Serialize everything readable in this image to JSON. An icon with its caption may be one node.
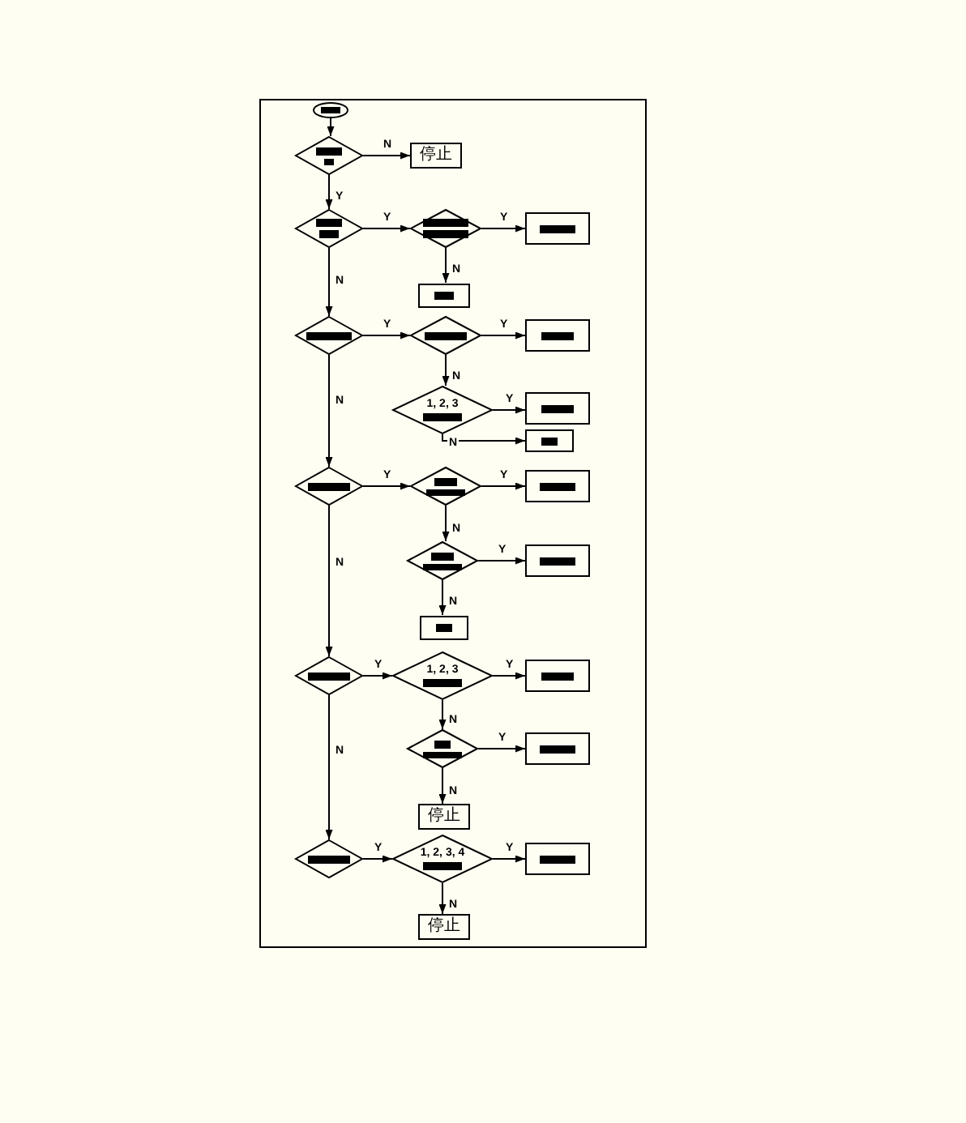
{
  "diagram": {
    "nodes": [
      {
        "text": [],
        "shape": "ellipse"
      },
      {
        "text": [],
        "shape": "diamond"
      },
      {
        "text": [
          "停止"
        ]
      },
      {
        "text": [],
        "shape": "diamond"
      },
      {
        "text": [],
        "shape": "diamond"
      },
      {
        "text": [],
        "shape": "box"
      },
      {
        "text": [],
        "shape": "box"
      },
      {
        "text": [],
        "shape": "diamond"
      },
      {
        "text": [],
        "shape": "diamond"
      },
      {
        "text": [],
        "shape": "box"
      },
      {
        "text": [
          "1, 2, 3"
        ]
      },
      {
        "text": [],
        "shape": "box"
      },
      {
        "text": [],
        "shape": "box"
      },
      {
        "text": [],
        "shape": "diamond"
      },
      {
        "text": [],
        "shape": "diamond"
      },
      {
        "text": [],
        "shape": "box"
      },
      {
        "text": [],
        "shape": "diamond"
      },
      {
        "text": [],
        "shape": "box"
      },
      {
        "text": [],
        "shape": "box"
      },
      {
        "text": [],
        "shape": "diamond"
      },
      {
        "text": [
          "1, 2, 3"
        ]
      },
      {
        "text": [],
        "shape": "box"
      },
      {
        "text": [],
        "shape": "diamond"
      },
      {
        "text": [],
        "shape": "box"
      },
      {
        "text": [
          "停止"
        ]
      },
      {
        "text": [],
        "shape": "diamond"
      },
      {
        "text": [
          "1, 2, 3, 4"
        ]
      },
      {
        "text": [],
        "shape": "box"
      },
      {
        "text": [
          "停止"
        ]
      }
    ],
    "edges": [
      {
        "from": 0,
        "to": 1,
        "arrow": "to"
      },
      {
        "from": 1,
        "to": 2,
        "arrow": "to",
        "label": "N"
      },
      {
        "from": 1,
        "to": 3,
        "arrow": "to",
        "label": "Y"
      },
      {
        "from": 3,
        "to": 4,
        "arrow": "to",
        "label": "Y"
      },
      {
        "from": 4,
        "to": 5,
        "arrow": "to",
        "label": "Y"
      },
      {
        "from": 4,
        "to": 6,
        "arrow": "to",
        "label": "N"
      },
      {
        "from": 3,
        "to": 7,
        "arrow": "to",
        "label": "N"
      },
      {
        "from": 7,
        "to": 8,
        "arrow": "to",
        "label": "Y"
      },
      {
        "from": 8,
        "to": 9,
        "arrow": "to",
        "label": "Y"
      },
      {
        "from": 8,
        "to": 10,
        "arrow": "to",
        "label": "N"
      },
      {
        "from": 10,
        "to": 11,
        "arrow": "to",
        "label": "Y"
      },
      {
        "from": 10,
        "to": 12,
        "arrow": "to",
        "label": "N"
      },
      {
        "from": 7,
        "to": 13,
        "arrow": "to",
        "label": "N"
      },
      {
        "from": 13,
        "to": 14,
        "arrow": "to",
        "label": "Y"
      },
      {
        "from": 14,
        "to": 15,
        "arrow": "to",
        "label": "Y"
      },
      {
        "from": 14,
        "to": 16,
        "arrow": "to",
        "label": "N"
      },
      {
        "from": 16,
        "to": 17,
        "arrow": "to",
        "label": "Y"
      },
      {
        "from": 16,
        "to": 18,
        "arrow": "to",
        "label": "N"
      },
      {
        "from": 13,
        "to": 19,
        "arrow": "to",
        "label": "N"
      },
      {
        "from": 19,
        "to": 20,
        "arrow": "to",
        "label": "Y"
      },
      {
        "from": 20,
        "to": 21,
        "arrow": "to",
        "label": "Y"
      },
      {
        "from": 20,
        "to": 22,
        "arrow": "to",
        "label": "N"
      },
      {
        "from": 22,
        "to": 23,
        "arrow": "to",
        "label": "Y"
      },
      {
        "from": 22,
        "to": 24,
        "arrow": "to",
        "label": "N"
      },
      {
        "from": 19,
        "to": 25,
        "arrow": "to",
        "label": "N"
      },
      {
        "from": 25,
        "to": 26,
        "arrow": "to",
        "label": "Y"
      },
      {
        "from": 26,
        "to": 27,
        "arrow": "to",
        "label": "Y"
      },
      {
        "from": 26,
        "to": 28,
        "arrow": "to",
        "label": "N"
      }
    ]
  }
}
